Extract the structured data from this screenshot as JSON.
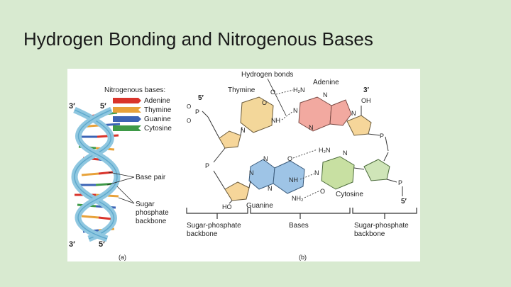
{
  "slide": {
    "title": "Hydrogen Bonding and Nitrogenous Bases"
  },
  "panel_a": {
    "legend_title": "Nitrogenous bases:",
    "legend": [
      {
        "label": "Adenine",
        "color": "#d9342b"
      },
      {
        "label": "Thymine",
        "color": "#e8a23a"
      },
      {
        "label": "Guanine",
        "color": "#3b63b5"
      },
      {
        "label": "Cytosine",
        "color": "#3e9a48"
      }
    ],
    "end_top_left": "3′",
    "end_top_right": "5′",
    "end_bottom_left": "3′",
    "end_bottom_right": "5′",
    "label_base_pair": "Base pair",
    "label_backbone_1": "Sugar",
    "label_backbone_2": "phosphate",
    "label_backbone_3": "backbone",
    "caption": "(a)"
  },
  "panel_b": {
    "hydrogen_bonds": "Hydrogen bonds",
    "thymine": "Thymine",
    "adenine": "Adenine",
    "guanine": "Guanine",
    "cytosine": "Cytosine",
    "end_5_top": "5′",
    "end_3_top": "3′",
    "end_5_bottom": "5′",
    "atom_h2n": "H₂N",
    "atom_oh": "OH",
    "atom_ho": "HO",
    "atom_nh2": "NH₂",
    "atom_nh": "NH",
    "atom_n": "N",
    "atom_o": "O",
    "atom_p": "P",
    "bracket_left_1": "Sugar-phosphate",
    "bracket_left_2": "backbone",
    "bracket_mid": "Bases",
    "bracket_right_1": "Sugar-phosphate",
    "bracket_right_2": "backbone",
    "caption": "(b)"
  },
  "colors": {
    "background": "#d8ead0",
    "thymine": "#f3d79a",
    "adenine": "#f2a9a0",
    "guanine": "#9ec4e6",
    "cytosine": "#c8e0a2",
    "sugar_left": "#f6d69a",
    "sugar_right": "#cfe5b8"
  }
}
